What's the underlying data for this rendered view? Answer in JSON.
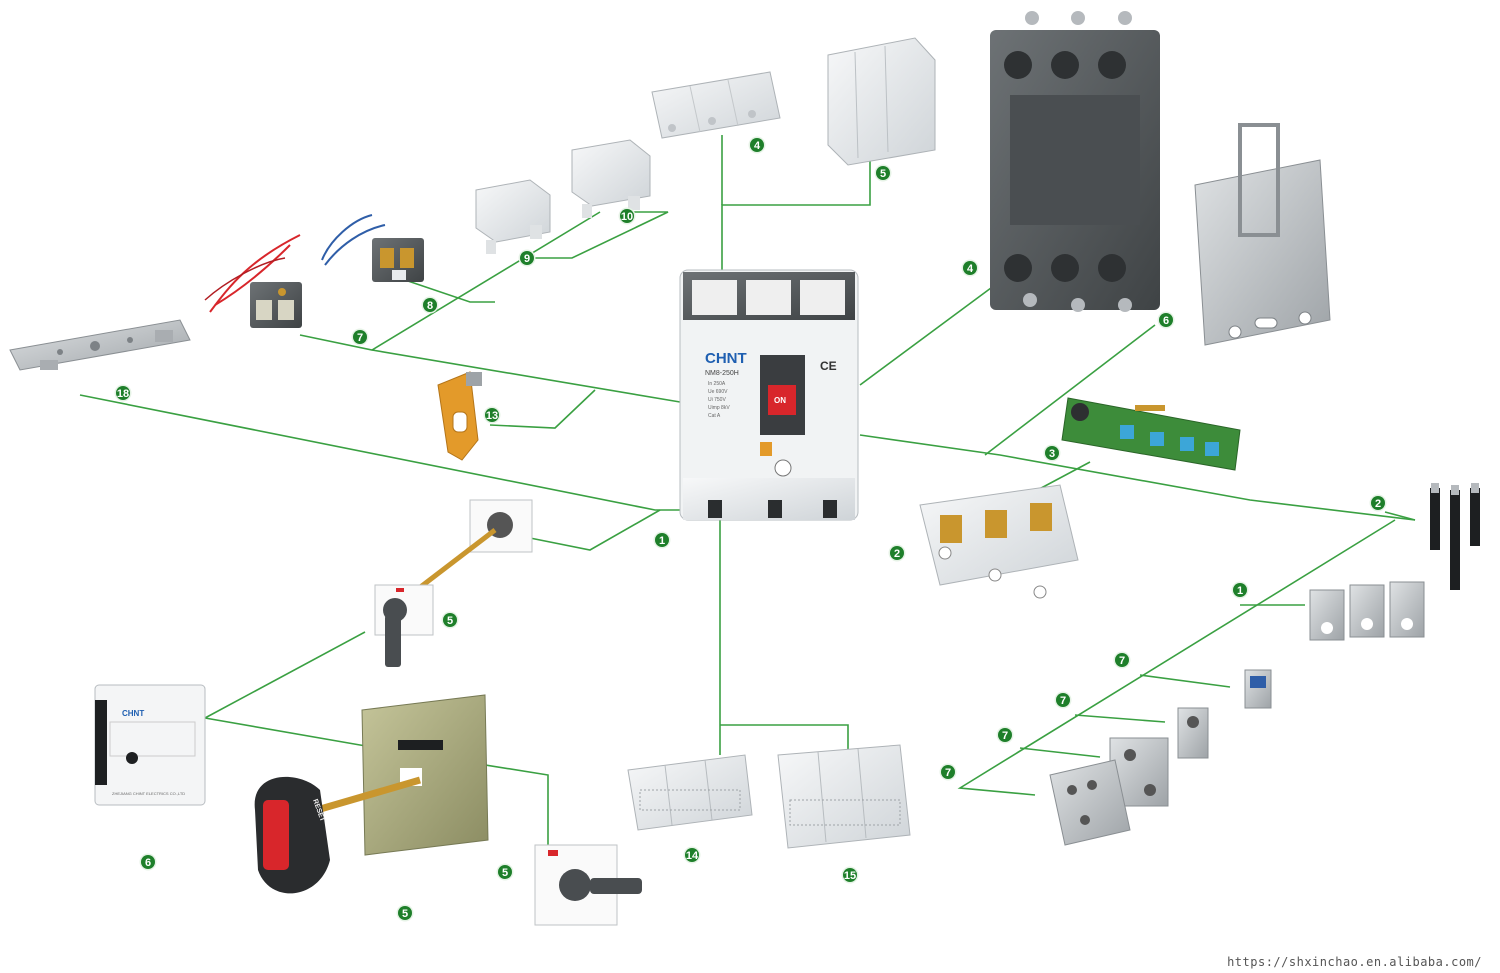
{
  "colors": {
    "line": "#3aa042",
    "badge_fill": "#1e7f2a",
    "badge_ring": "#e6f3e6",
    "part_light": "#e9ecee",
    "part_mid": "#c9ced2",
    "part_dark": "#6c7378",
    "housing_dark": "#55595c",
    "metal": "#b5b9bd",
    "brass": "#c9962e",
    "orange": "#e39a2a",
    "red": "#d8262b",
    "blue": "#2f5ea8",
    "pcb_green": "#3d8c3a",
    "dip_blue": "#3ca6d8"
  },
  "breaker": {
    "brand": "CHNT",
    "model": "NM8-250H",
    "on_label": "ON",
    "ce_mark": "CE",
    "spec_lines": [
      "In  250A",
      "Ue  690V",
      "Ui  750V",
      "Uimp  8kV",
      "Cat  A"
    ]
  },
  "motor_operator": {
    "brand": "CHNT",
    "footer": "ZHEJIANG CHINT ELECTRICS CO.,LTD"
  },
  "handle_text": "RESET",
  "badges": [
    {
      "id": "b-4-top",
      "label": "4"
    },
    {
      "id": "b-5-top",
      "label": "5"
    },
    {
      "id": "b-10",
      "label": "10"
    },
    {
      "id": "b-9",
      "label": "9"
    },
    {
      "id": "b-8",
      "label": "8"
    },
    {
      "id": "b-7-left",
      "label": "7"
    },
    {
      "id": "b-18",
      "label": "18"
    },
    {
      "id": "b-13",
      "label": "13"
    },
    {
      "id": "b-1-center",
      "label": "1"
    },
    {
      "id": "b-5-mid",
      "label": "5"
    },
    {
      "id": "b-6-left",
      "label": "6"
    },
    {
      "id": "b-5-bl1",
      "label": "5"
    },
    {
      "id": "b-5-bl2",
      "label": "5"
    },
    {
      "id": "b-14",
      "label": "14"
    },
    {
      "id": "b-15",
      "label": "15"
    },
    {
      "id": "b-4-right",
      "label": "4"
    },
    {
      "id": "b-6-right",
      "label": "6"
    },
    {
      "id": "b-3",
      "label": "3"
    },
    {
      "id": "b-2-mid",
      "label": "2"
    },
    {
      "id": "b-2-right",
      "label": "2"
    },
    {
      "id": "b-1-right",
      "label": "1"
    },
    {
      "id": "b-7-r1",
      "label": "7"
    },
    {
      "id": "b-7-r2",
      "label": "7"
    },
    {
      "id": "b-7-r3",
      "label": "7"
    },
    {
      "id": "b-7-r4",
      "label": "7"
    }
  ],
  "watermark": "https://shxinchao.en.alibaba.com/"
}
